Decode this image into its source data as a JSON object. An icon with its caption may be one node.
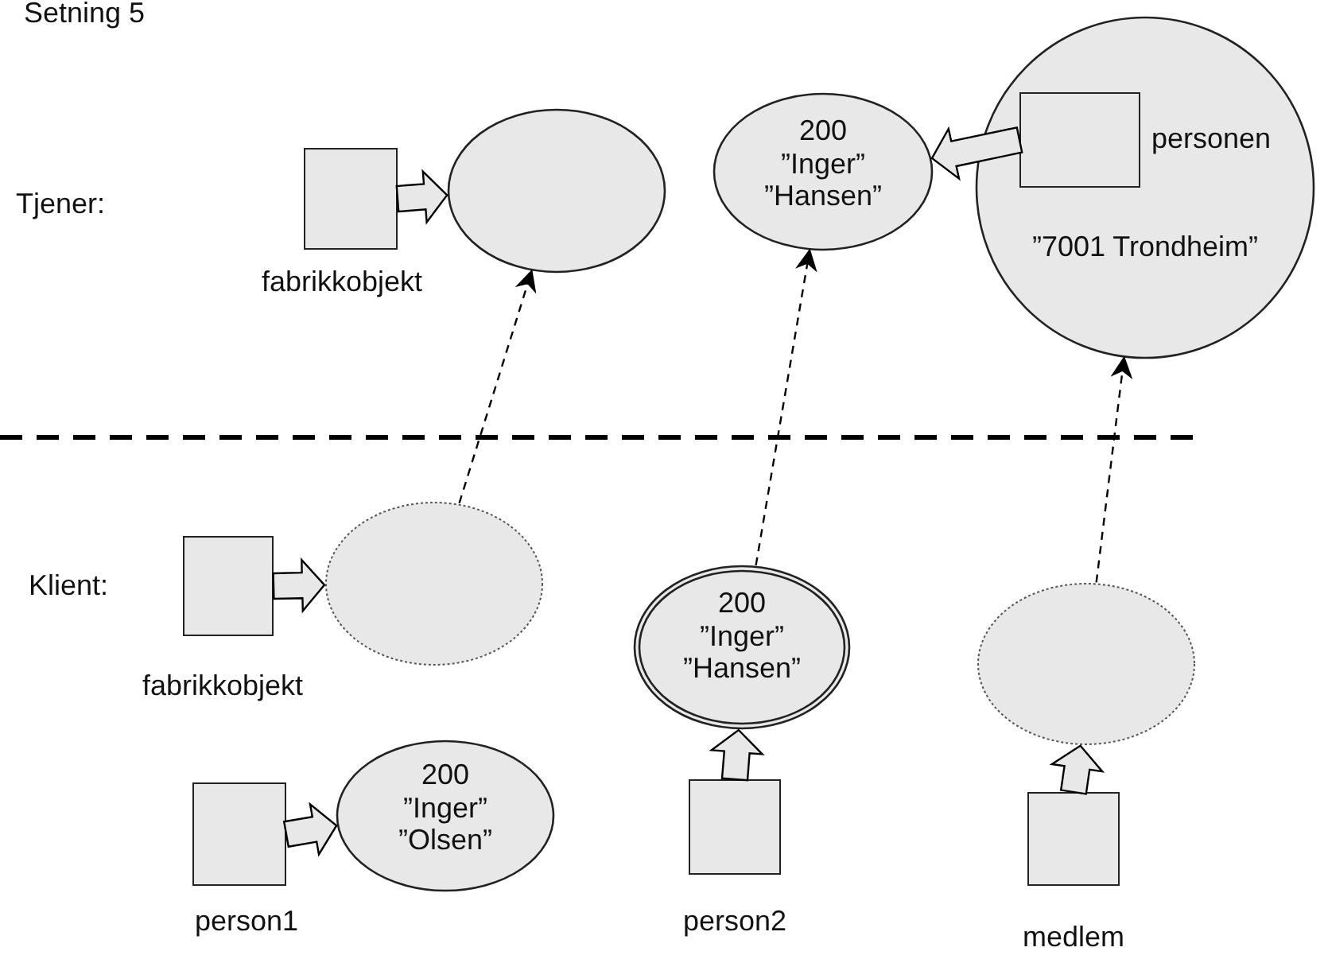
{
  "diagram": {
    "title": "Setning 5",
    "nodes": [
      {
        "text": [],
        "shape": "box",
        "beside": [
          "fabrikkobjekt"
        ]
      },
      {
        "text": [],
        "shape": "ellipse"
      },
      {
        "text": [
          "200 ”Inger” ”Hansen”"
        ]
      },
      {
        "text": [
          "”7001 Trondheim”"
        ]
      },
      {
        "text": [],
        "shape": "box",
        "beside": [
          "personen"
        ],
        "in": 3
      },
      {
        "text": [],
        "shape": "box",
        "beside": [
          "fabrikkobjekt"
        ]
      },
      {
        "text": [],
        "shape": "ellipse"
      },
      {
        "text": [],
        "shape": "box",
        "beside": [
          "person1"
        ]
      },
      {
        "text": [
          "200 ”Inger” ”Olsen”"
        ]
      },
      {
        "text": [
          "200 ”Inger” ”Hansen”"
        ]
      },
      {
        "text": [],
        "shape": "box",
        "beside": [
          "person2"
        ]
      },
      {
        "text": [],
        "shape": "ellipse"
      },
      {
        "text": [],
        "shape": "box",
        "beside": [
          "medlem"
        ]
      }
    ],
    "edges": [
      {
        "from": 0,
        "to": 1,
        "arrow": "to"
      },
      {
        "from": 4,
        "to": 2,
        "arrow": "to"
      },
      {
        "from": 5,
        "to": 6,
        "arrow": "to"
      },
      {
        "from": 7,
        "to": 8,
        "arrow": "to"
      },
      {
        "from": 10,
        "to": 9,
        "arrow": "to"
      },
      {
        "from": 12,
        "to": 11,
        "arrow": "to"
      },
      {
        "from": 6,
        "to": 1,
        "arrow": "to",
        "style": "dashed"
      },
      {
        "from": 9,
        "to": 2,
        "arrow": "to",
        "style": "dashed"
      },
      {
        "from": 11,
        "to": 3,
        "arrow": "to",
        "style": "dashed"
      }
    ],
    "labels": [
      "Tjener:",
      "Klient:"
    ]
  }
}
